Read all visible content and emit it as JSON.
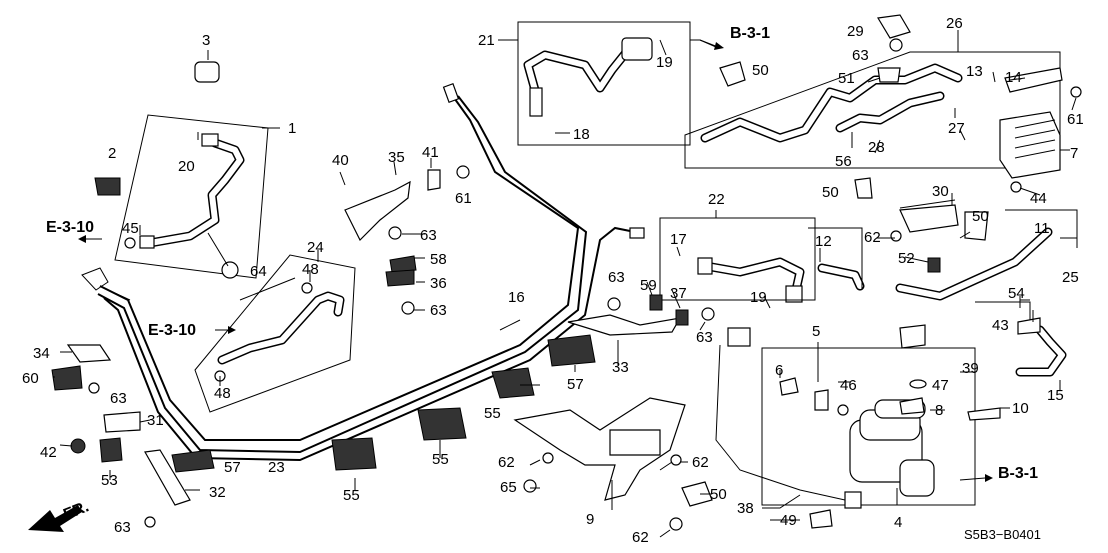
{
  "diagram_code": "S5B3−B0401",
  "front_label": "FR.",
  "refs": {
    "b31_top": "B-3-1",
    "b31_bottom": "B-3-1",
    "e310_top": "E-3-10",
    "e310_mid": "E-3-10"
  },
  "callouts": {
    "c1": "1",
    "c2": "2",
    "c3": "3",
    "c4": "4",
    "c5": "5",
    "c6": "6",
    "c7": "7",
    "c8": "8",
    "c9": "9",
    "c10": "10",
    "c11": "11",
    "c12": "12",
    "c13": "13",
    "c14": "14",
    "c15": "15",
    "c16": "16",
    "c17": "17",
    "c18": "18",
    "c19a": "19",
    "c19b": "19",
    "c20": "20",
    "c21": "21",
    "c22": "22",
    "c23": "23",
    "c24": "24",
    "c25": "25",
    "c26": "26",
    "c27": "27",
    "c28": "28",
    "c29": "29",
    "c30": "30",
    "c31": "31",
    "c32": "32",
    "c33": "33",
    "c34": "34",
    "c35": "35",
    "c36": "36",
    "c37": "37",
    "c38": "38",
    "c39": "39",
    "c40": "40",
    "c41": "41",
    "c42": "42",
    "c43": "43",
    "c44": "44",
    "c45": "45",
    "c46": "46",
    "c47": "47",
    "c48a": "48",
    "c48b": "48",
    "c49": "49",
    "c50a": "50",
    "c50b": "50",
    "c50c": "50",
    "c50d": "50",
    "c51": "51",
    "c52": "52",
    "c53": "53",
    "c54": "54",
    "c55a": "55",
    "c55b": "55",
    "c55c": "55",
    "c56": "56",
    "c57a": "57",
    "c57b": "57",
    "c58": "58",
    "c59": "59",
    "c60": "60",
    "c61a": "61",
    "c61b": "61",
    "c62a": "62",
    "c62b": "62",
    "c62c": "62",
    "c62d": "62",
    "c63a": "63",
    "c63b": "63",
    "c63c": "63",
    "c63d": "63",
    "c63e": "63",
    "c63f": "63",
    "c63g": "63",
    "c64": "64",
    "c65": "65"
  }
}
